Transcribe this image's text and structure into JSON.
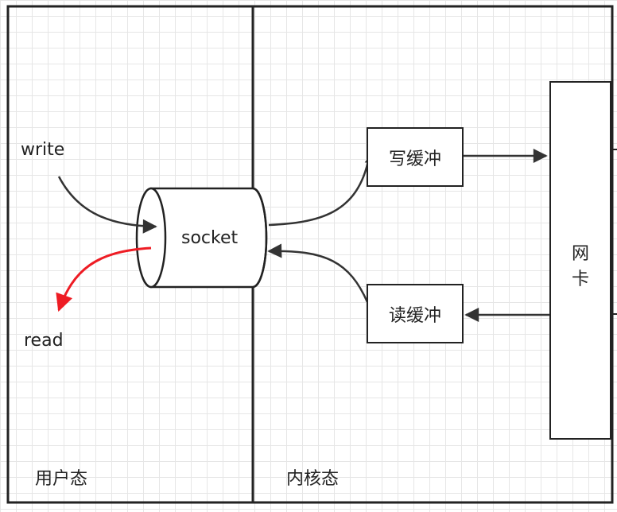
{
  "regions": {
    "user_space": "用户态",
    "kernel_space": "内核态"
  },
  "labels": {
    "write": "write",
    "read": "read",
    "socket": "socket"
  },
  "buffers": {
    "write_buffer": "写缓冲",
    "read_buffer": "读缓冲"
  },
  "nic": {
    "char1": "网",
    "char2": "卡"
  },
  "colors": {
    "line": "#333333",
    "read_arrow": "#ee1c24",
    "border": "#222222"
  }
}
